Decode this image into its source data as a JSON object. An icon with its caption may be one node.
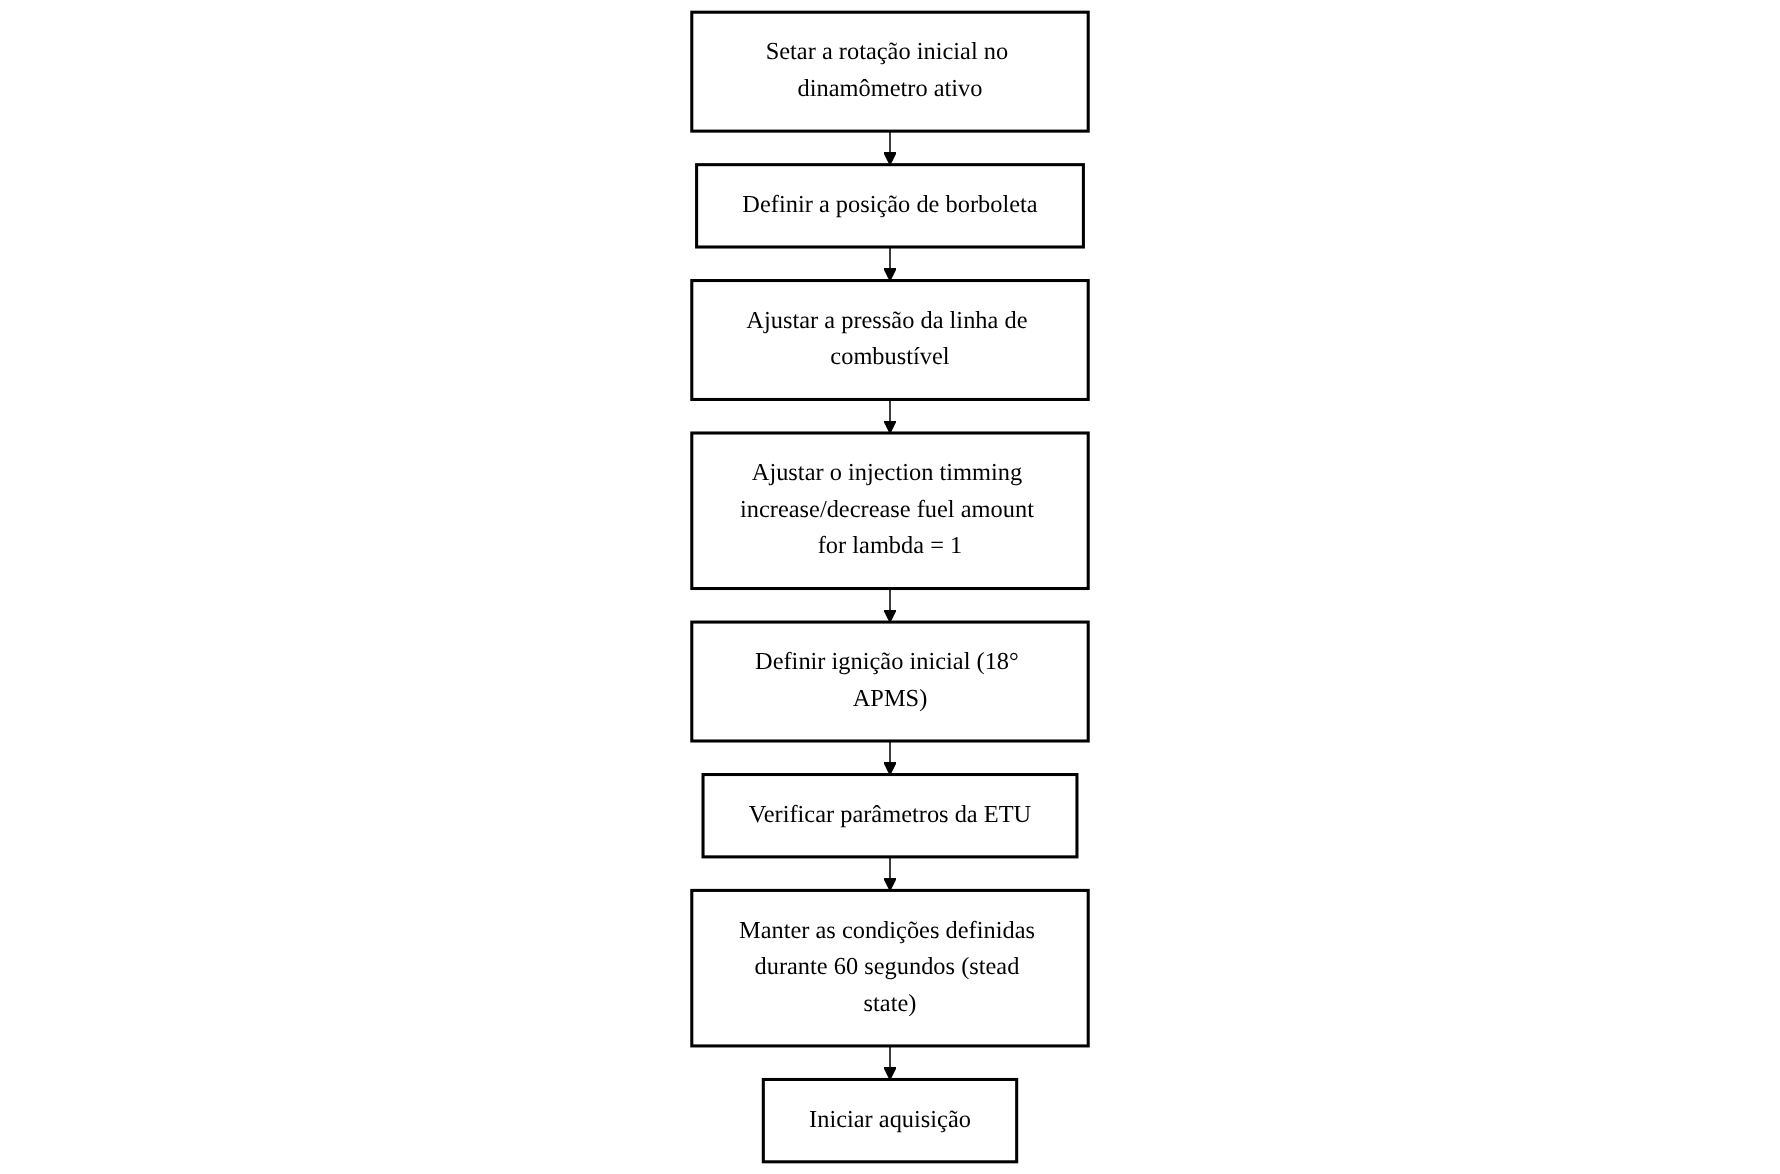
{
  "diagram": {
    "nodes": [
      {
        "text": [
          "Setar a rotação inicial no dinamômetro ativo"
        ]
      },
      {
        "text": [
          "Definir a posição de borboleta"
        ]
      },
      {
        "text": [
          "Ajustar a pressão da linha de combustível"
        ]
      },
      {
        "text": [
          "Ajustar o injection timming increase/decrease fuel amount for lambda = 1"
        ]
      },
      {
        "text": [
          "Definir ignição inicial (18° APMS)"
        ]
      },
      {
        "text": [
          "Verificar parâmetros da ETU"
        ]
      },
      {
        "text": [
          "Manter as condições definidas durante 60 segundos (stead state)"
        ]
      },
      {
        "text": [
          "Iniciar aquisição"
        ]
      }
    ],
    "edges": [
      {
        "from": 0,
        "to": 1,
        "arrow": "to"
      },
      {
        "from": 1,
        "to": 2,
        "arrow": "to"
      },
      {
        "from": 2,
        "to": 3,
        "arrow": "to"
      },
      {
        "from": 3,
        "to": 4,
        "arrow": "to"
      },
      {
        "from": 4,
        "to": 5,
        "arrow": "to"
      },
      {
        "from": 5,
        "to": 6,
        "arrow": "to"
      },
      {
        "from": 6,
        "to": 7,
        "arrow": "to"
      }
    ]
  }
}
